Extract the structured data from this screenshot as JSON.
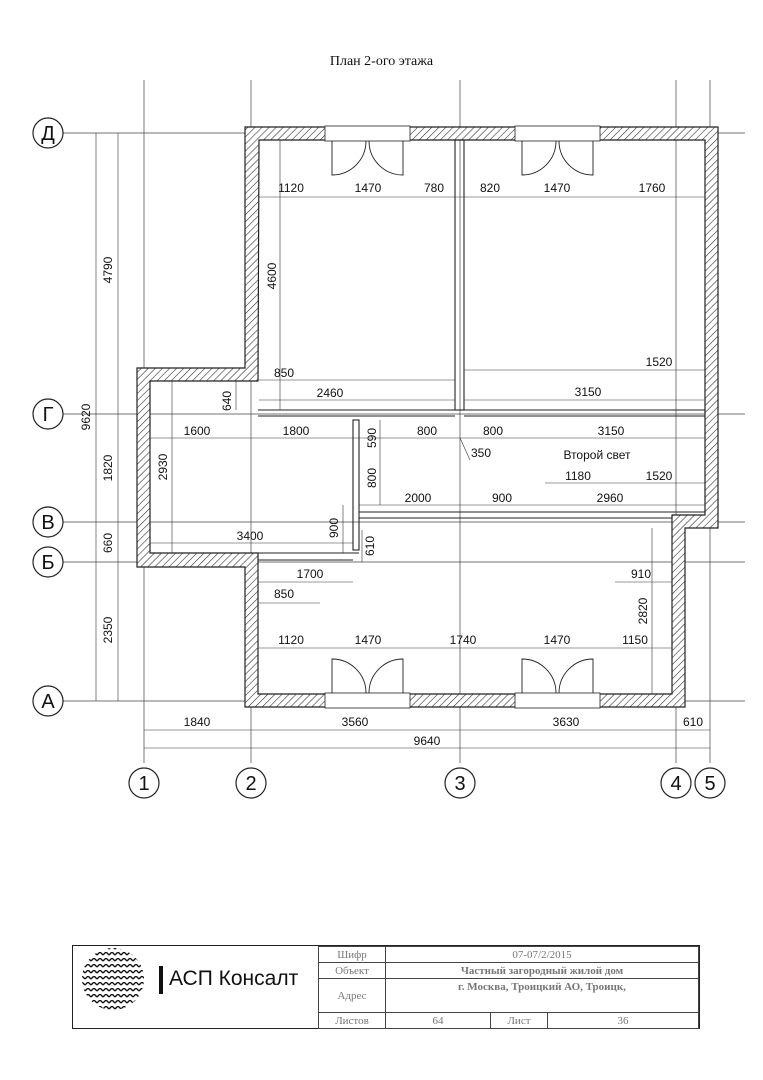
{
  "title": "План 2-ого этажа",
  "axes": {
    "letters": [
      "Д",
      "Г",
      "В",
      "Б",
      "А"
    ],
    "numbers": [
      "1",
      "2",
      "3",
      "4",
      "5"
    ]
  },
  "dimensions": {
    "top_row": [
      "1120",
      "1470",
      "780",
      "820",
      "1470",
      "1760"
    ],
    "left_vertical": [
      "4790",
      "9620",
      "1820",
      "660",
      "2350"
    ],
    "inner_vertical": [
      "4600",
      "2930",
      "640",
      "590",
      "800",
      "900",
      "610",
      "2820"
    ],
    "upper_inner": [
      "850",
      "2460",
      "1520",
      "3150"
    ],
    "mid_row": [
      "1600",
      "1800",
      "800",
      "800",
      "3150",
      "350"
    ],
    "second_light": [
      "1180",
      "1520",
      "2000",
      "900",
      "2960"
    ],
    "lower_inner": [
      "3400",
      "1700",
      "850",
      "910"
    ],
    "bottom_row": [
      "1120",
      "1470",
      "1740",
      "1470",
      "1150"
    ],
    "overall_bottom": [
      "1840",
      "3560",
      "3630",
      "610",
      "9640"
    ]
  },
  "room_label": "Второй свет",
  "company": "АСП Консалт",
  "stamp": {
    "shifr_label": "Шифр",
    "shifr_value": "07-07/2/2015",
    "object_label": "Объект",
    "object_value": "Частный загородный жилой дом",
    "address_label": "Адрес",
    "address_value": "г. Москва, Троицкий АО, Троицк,",
    "sheets_label": "Листов",
    "sheets_value": "64",
    "sheet_label": "Лист",
    "sheet_value": "36"
  }
}
